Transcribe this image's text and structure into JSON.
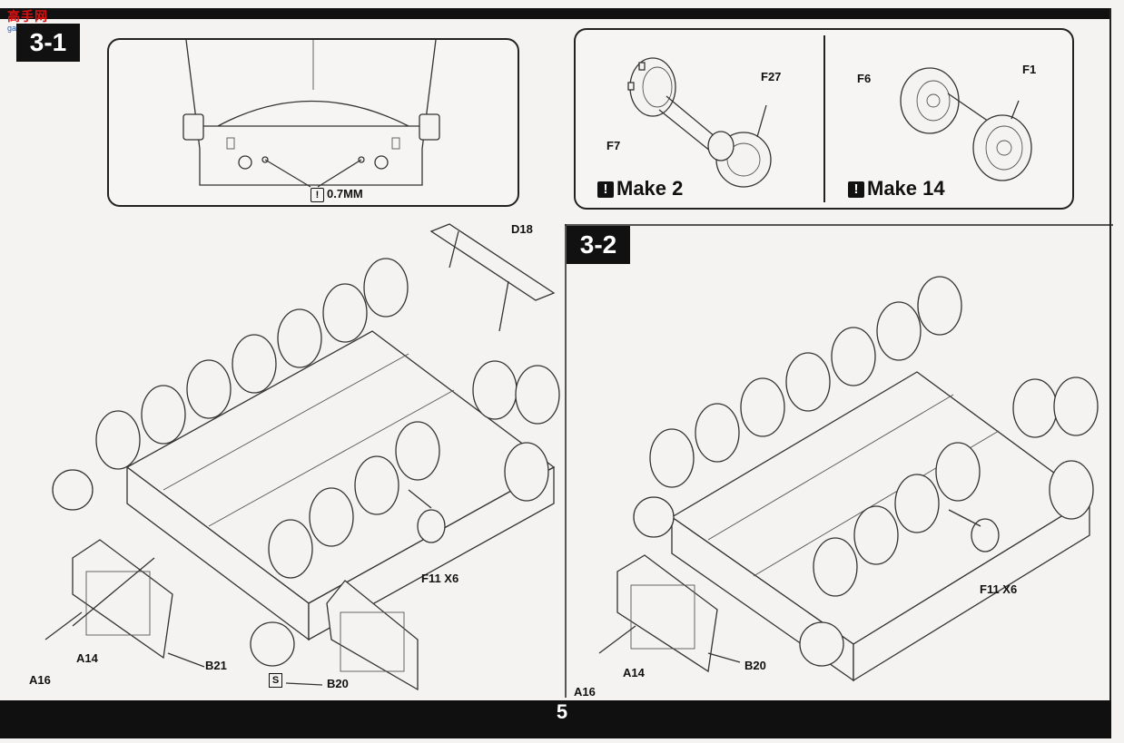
{
  "watermark": {
    "text": "高手网",
    "sub": "gao-shou.com"
  },
  "steps": {
    "step1": "3-1",
    "step2": "3-2"
  },
  "panel_a": {
    "note_icon": "!",
    "note": "0.7MM"
  },
  "panel_b": {
    "f7": "F7",
    "f27": "F27",
    "warn_icon": "!",
    "make": "Make 2"
  },
  "panel_c": {
    "f6": "F6",
    "f1": "F1",
    "warn_icon": "!",
    "make": "Make 14"
  },
  "left": {
    "d18": "D18",
    "f11": "F11 X6",
    "a14": "A14",
    "a16": "A16",
    "b21": "B21",
    "b20": "B20",
    "glue_icon": "S"
  },
  "right": {
    "f11": "F11 X6",
    "a14": "A14",
    "a16": "A16",
    "b20": "B20"
  },
  "page_number": "5"
}
